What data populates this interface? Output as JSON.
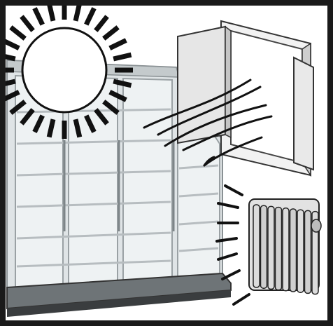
{
  "illustration": {
    "icons": {
      "sun": "sun-icon",
      "window": "open-window-icon",
      "radiator": "radiator-icon",
      "display_case": "refrigerated-display-case",
      "air_draft": "air-draft-lines",
      "heat_rays": "heat-ray-lines"
    },
    "colors": {
      "frame_border": "#1a1a1a",
      "case_frame": "#b9bec0",
      "case_glass": "#e7ecee",
      "case_shelf": "#c9ced0",
      "window_frame": "#ececec",
      "radiator_fill": "#d6d6d6",
      "ink": "#111111"
    }
  }
}
